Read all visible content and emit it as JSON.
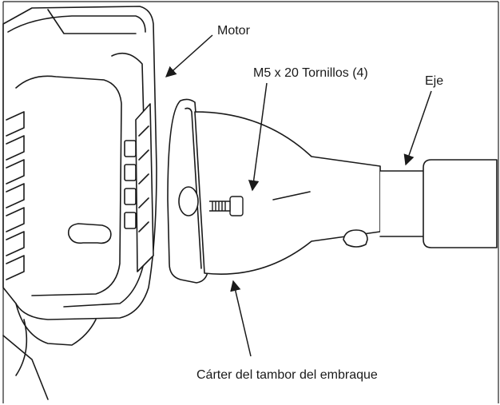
{
  "labels": {
    "motor": "Motor",
    "screws": "M5 x 20 Tornillos (4)",
    "shaft": "Eje",
    "clutch_housing": "Cárter del tambor del embraque"
  },
  "colors": {
    "line": "#1a1a1a",
    "background": "#ffffff",
    "frame": "#222222"
  }
}
